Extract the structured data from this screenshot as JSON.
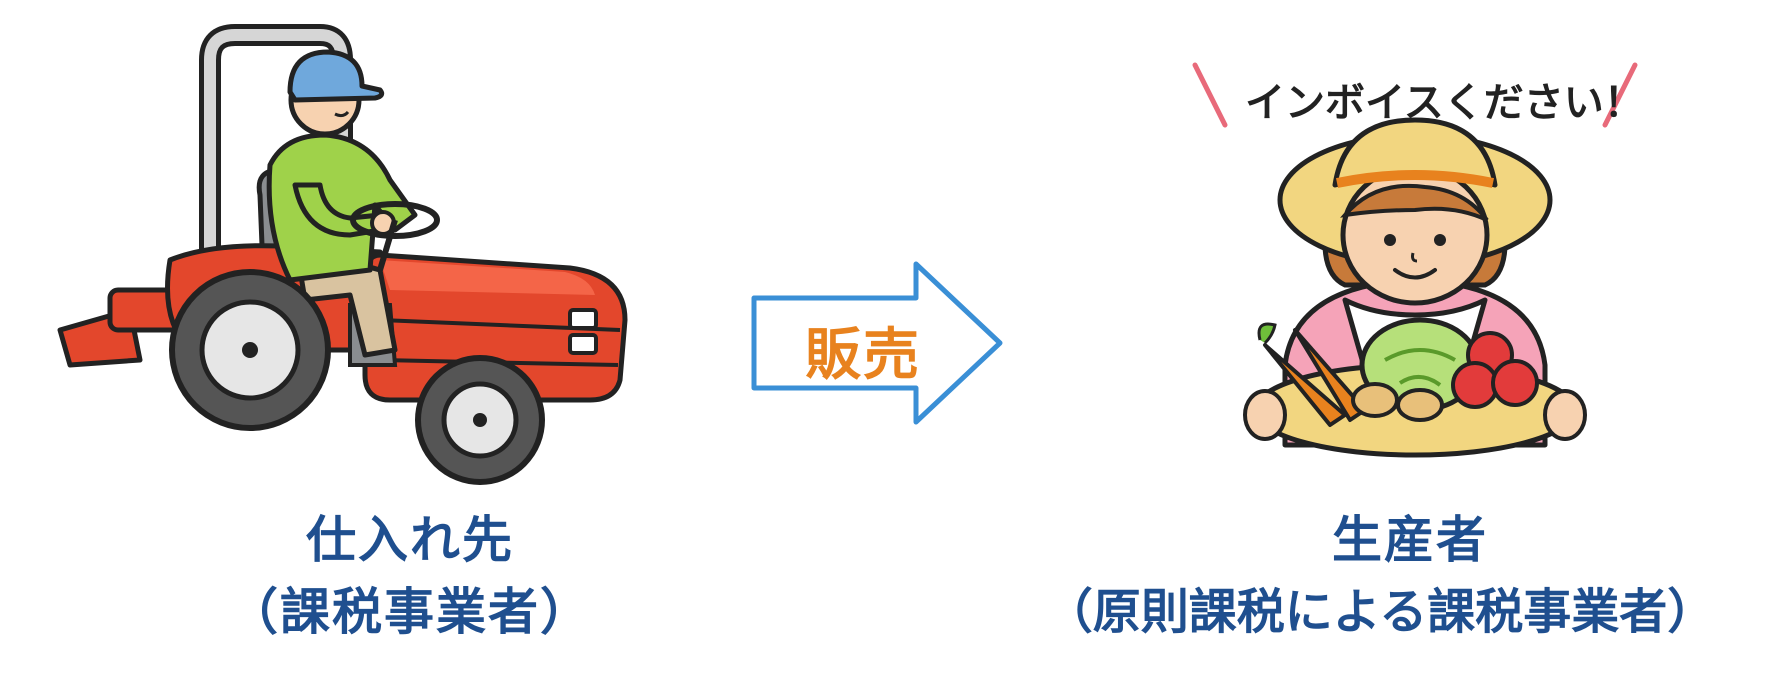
{
  "supplier": {
    "name": "仕入れ先",
    "type": "（課税事業者）"
  },
  "flow": {
    "label": "販売"
  },
  "producer": {
    "name": "生産者",
    "type": "（原則課税による課税事業者）",
    "speech": "インボイスください！"
  },
  "colors": {
    "label_text": "#1f4f8f",
    "arrow_border": "#3a8fd6",
    "arrow_text": "#e8821e",
    "tractor_body": "#e3472c",
    "speech_marks": "#e86a7a"
  },
  "icons": {
    "supplier_illustration": "farmer-on-tractor-icon",
    "producer_illustration": "farmer-with-vegetables-icon",
    "flow_arrow": "right-arrow-icon"
  }
}
